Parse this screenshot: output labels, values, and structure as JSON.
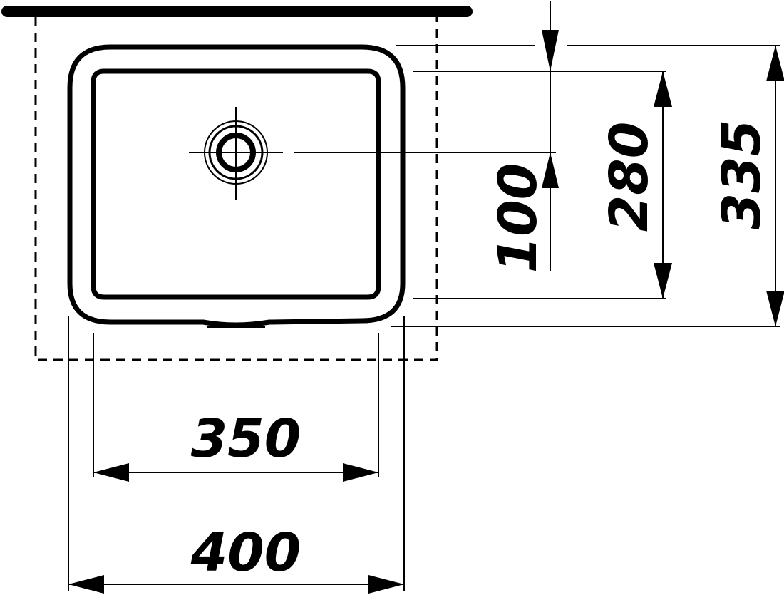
{
  "dimensions": {
    "inner_width": "350",
    "outer_width": "400",
    "drain_offset": "100",
    "inner_depth": "280",
    "outer_depth": "335"
  },
  "colors": {
    "line": "#000000",
    "background": "#ffffff"
  }
}
